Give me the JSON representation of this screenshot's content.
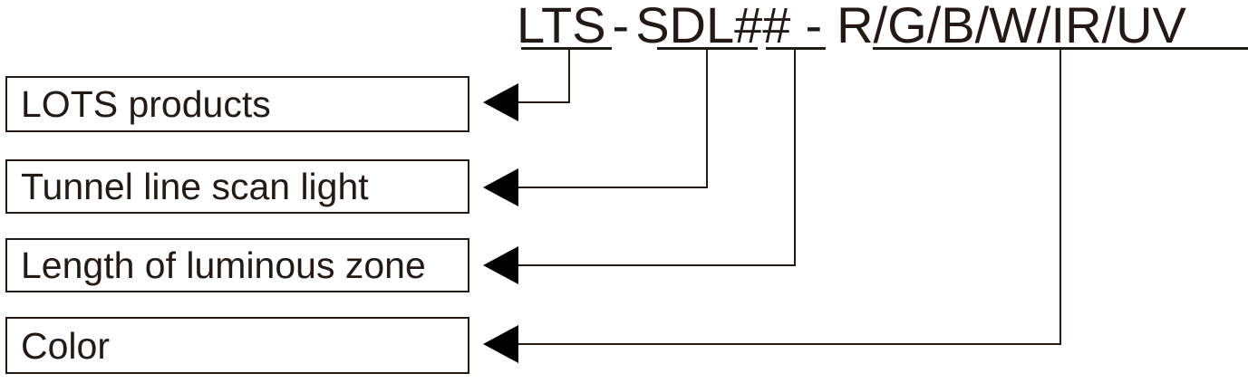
{
  "diagram": {
    "title": "LTS - SDL## - R/G/B/W/IR/UV",
    "part_number": {
      "segments": [
        {
          "id": "series",
          "text": "LTS",
          "underlined": true
        },
        {
          "id": "sep1",
          "text": "-",
          "underlined": false
        },
        {
          "id": "model",
          "text": "SDL",
          "underlined": true
        },
        {
          "id": "length",
          "text": "##",
          "underlined": true
        },
        {
          "id": "sep2",
          "text": "-",
          "underlined": false
        },
        {
          "id": "color",
          "text": "R/G/B/W/IR/UV",
          "underlined": true
        }
      ]
    },
    "callouts": [
      {
        "id": "series",
        "label": "LOTS products"
      },
      {
        "id": "model",
        "label": "Tunnel line scan light"
      },
      {
        "id": "length",
        "label": "Length of luminous zone"
      },
      {
        "id": "color",
        "label": "Color"
      }
    ],
    "colors": {
      "ink": "#231a15",
      "arrow": "#000000",
      "background": "#ffffff"
    }
  }
}
